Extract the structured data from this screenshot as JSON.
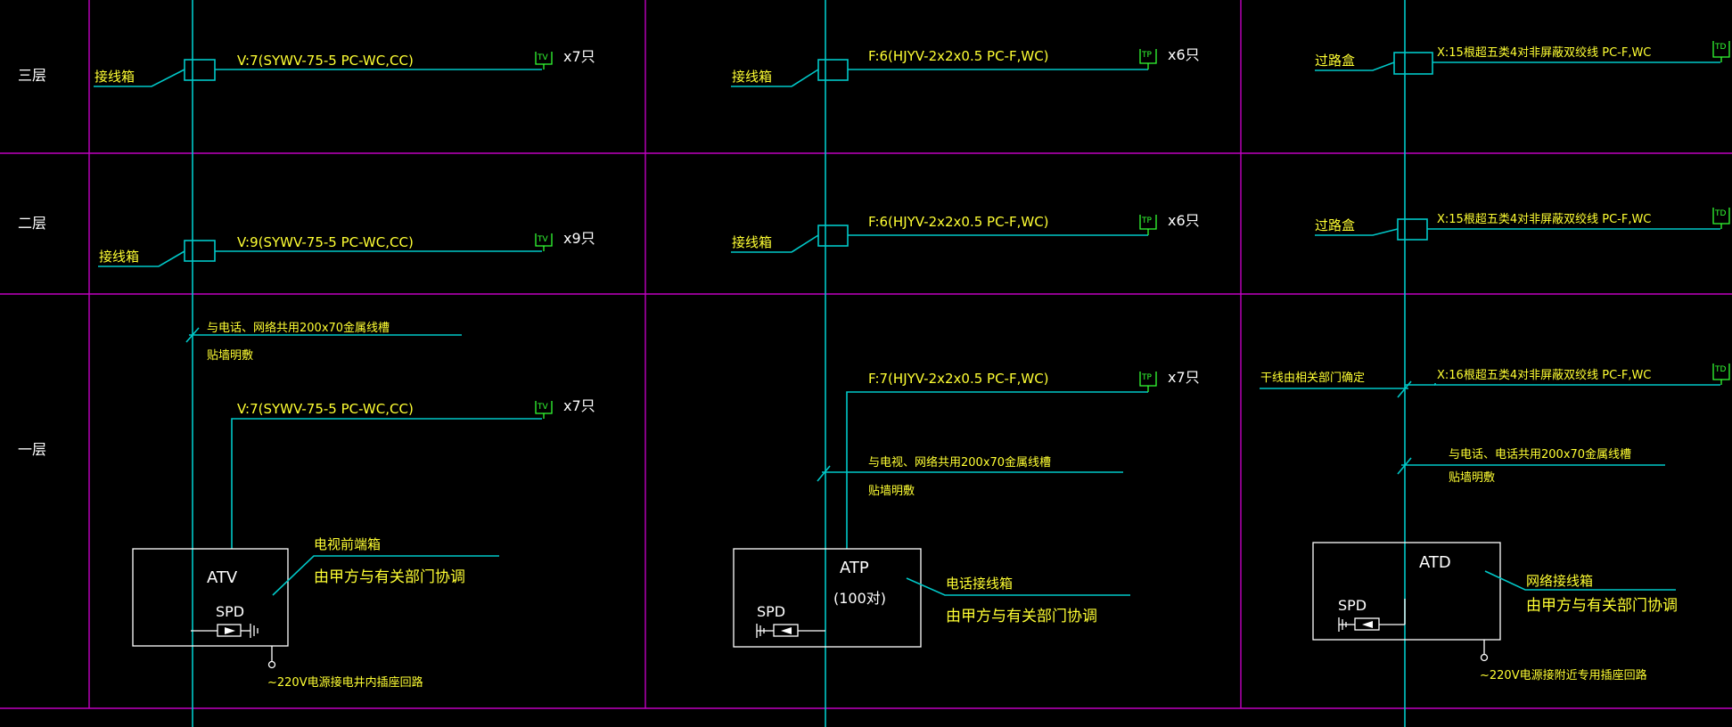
{
  "floors": {
    "f3": "三层",
    "f2": "二层",
    "f1": "一层"
  },
  "tv": {
    "f3": {
      "box": "接线箱",
      "cable": "V:7(SYWV-75-5   PC-WC,CC)",
      "tag": "TV",
      "count": "x7只"
    },
    "f2": {
      "box": "接线箱",
      "cable": "V:9(SYWV-75-5   PC-WC,CC)",
      "tag": "TV",
      "count": "x9只"
    },
    "f1": {
      "tray1": "与电话、网络共用200x70金属线槽",
      "tray2": "贴墙明敷",
      "cable": "V:7(SYWV-75-5   PC-WC,CC)",
      "tag": "TV",
      "count": "x7只"
    },
    "panel": {
      "name": "ATV",
      "spd": "SPD",
      "desc1": "电视前端箱",
      "desc2": "由甲方与有关部门协调",
      "power": "~220V电源接电井内插座回路"
    }
  },
  "tp": {
    "f3": {
      "box": "接线箱",
      "cable": "F:6(HJYV-2x2x0.5  PC-F,WC)",
      "tag": "TP",
      "count": "x6只"
    },
    "f2": {
      "box": "接线箱",
      "cable": "F:6(HJYV-2x2x0.5  PC-F,WC)",
      "tag": "TP",
      "count": "x6只"
    },
    "f1": {
      "cable": "F:7(HJYV-2x2x0.5  PC-F,WC)",
      "tag": "TP",
      "count": "x7只",
      "tray1": "与电视、网络共用200x70金属线槽",
      "tray2": "贴墙明敷"
    },
    "panel": {
      "name": "ATP",
      "sub": "(100对)",
      "spd": "SPD",
      "desc1": "电话接线箱",
      "desc2": "由甲方与有关部门协调"
    }
  },
  "td": {
    "f3": {
      "box": "过路盒",
      "cable": "X:15根超五类4对非屏蔽双绞线  PC-F,WC",
      "tag": "TD"
    },
    "f2": {
      "box": "过路盒",
      "cable": "X:15根超五类4对非屏蔽双绞线  PC-F,WC",
      "tag": "TD"
    },
    "f1": {
      "trunk": "干线由相关部门确定",
      "cable": "X:16根超五类4对非屏蔽双绞线  PC-F,WC",
      "tag": "TD",
      "tray1": "与电话、电话共用200x70金属线槽",
      "tray2": "贴墙明敷"
    },
    "panel": {
      "name": "ATD",
      "spd": "SPD",
      "desc1": "网络接线箱",
      "desc2": "由甲方与有关部门协调",
      "power": "~220V电源接附近专用插座回路"
    }
  },
  "colors": {
    "background": "#000000",
    "riser": "#00c8c8",
    "grid": "#c000c0",
    "label": "#ffff33",
    "equipment": "#ffffff",
    "outlet": "#33ff33"
  }
}
